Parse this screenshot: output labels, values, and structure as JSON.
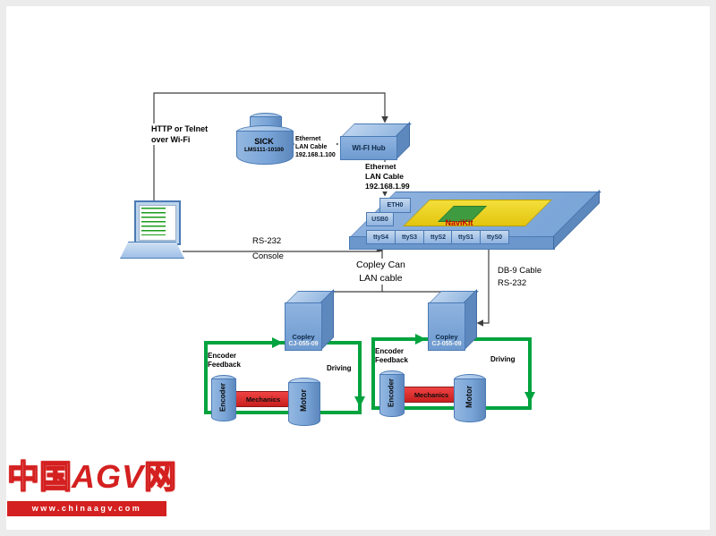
{
  "colors": {
    "box_front": "#7aa5d8",
    "box_top": "#a8c6e8",
    "box_side": "#5d88bd",
    "box_border": "#4a7ab5",
    "loop_green": "#00a33e",
    "mechanics_red": "#d83030",
    "pad_yellow": "#ecd21c",
    "chip_green": "#3f9b3f",
    "navikit_text_red": "#c00000",
    "watermark_red": "#d42020"
  },
  "connections": {
    "http_telnet": "HTTP or Telnet\nover Wi-Fi",
    "eth_lan_100": "Ethernet\nLAN Cable\n192.168.1.100",
    "eth_lan_99": "Ethernet\nLAN Cable\n192.168.1.99",
    "rs232_console": "RS-232\nConsole",
    "copley_can": "Copley Can\nLAN cable",
    "db9_cable": "DB-9 Cable\nRS-232"
  },
  "nodes": {
    "sick": {
      "name": "SICK",
      "model": "LMS111-10100"
    },
    "wifi_hub": {
      "label": "WI-FI Hub"
    },
    "eth0": {
      "label": "ETH0"
    },
    "usb0": {
      "label": "USB0"
    },
    "navikit": {
      "label": "NaviKit"
    },
    "ports": [
      "ttyS4",
      "ttyS3",
      "ttyS2",
      "ttyS1",
      "ttyS0"
    ]
  },
  "subsystems": [
    {
      "copley_name": "Copley",
      "copley_model": "CJ-055-09",
      "encoder_feedback": "Encoder\nFeedback",
      "driving": "Driving",
      "encoder": "Encoder",
      "mechanics": "Mechanics",
      "motor": "Motor"
    },
    {
      "copley_name": "Copley",
      "copley_model": "CJ-055-09",
      "encoder_feedback": "Encoder\nFeedback",
      "driving": "Driving",
      "encoder": "Encoder",
      "mechanics": "Mechanics",
      "motor": "Motor"
    }
  ],
  "watermark": {
    "cn_left": "中国",
    "latin": "AGV",
    "cn_right": "网",
    "url": "www.chinaagv.com"
  }
}
